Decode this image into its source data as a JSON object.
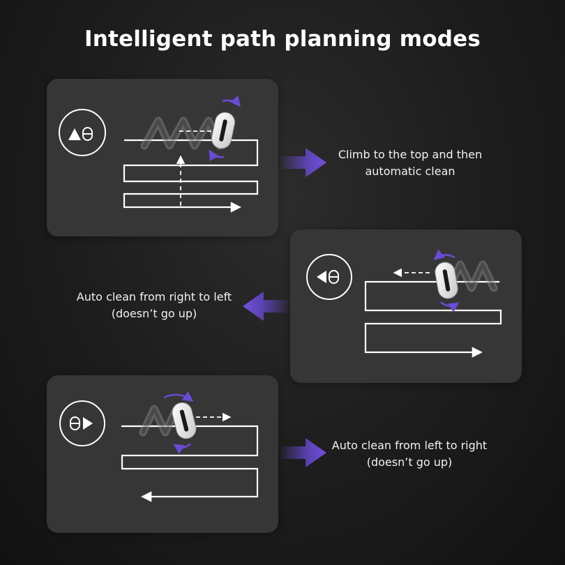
{
  "title": "Intelligent path planning modes",
  "modes": [
    {
      "icon": "triangle-up-robot-icon",
      "description": [
        "Climb to the top and then",
        "automatic clean"
      ]
    },
    {
      "icon": "triangle-left-robot-icon",
      "description": [
        "Auto clean from right to left",
        "(doesn’t go up)"
      ]
    },
    {
      "icon": "robot-triangle-right-icon",
      "description": [
        "Auto clean from left to right",
        "(doesn’t go up)"
      ]
    }
  ],
  "colors": {
    "background": "#1c1c1c",
    "panel": "#363636",
    "accent_purple": "#6a4bd6",
    "path_line": "#ffffff"
  }
}
